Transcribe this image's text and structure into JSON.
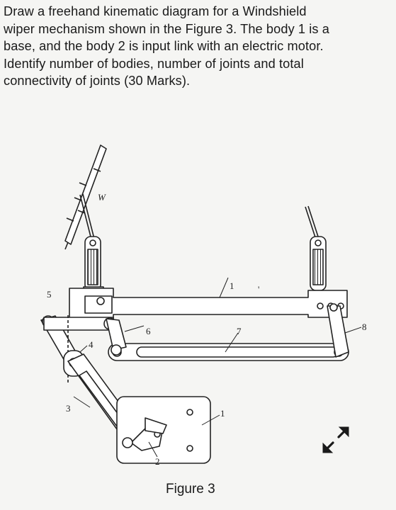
{
  "question": {
    "lines": [
      "Draw a freehand kinematic diagram for a Windshield",
      "wiper mechanism shown in the Figure 3.  The body 1 is a",
      "base, and the body 2 is input link with an electric motor.",
      "Identify number of bodies, number of joints and total",
      "connectivity of joints (30 Marks)."
    ]
  },
  "figure": {
    "caption": "Figure 3",
    "labels": {
      "wiper": "W",
      "body1": "1",
      "body1_base": "1",
      "body2": "2",
      "body3": "3",
      "body4": "4",
      "body5": "5",
      "body6": "6",
      "body7": "7",
      "body8": "8",
      "mark": "'"
    }
  },
  "controls": {
    "expand_icon": "expand-diagonal-arrows-icon"
  }
}
